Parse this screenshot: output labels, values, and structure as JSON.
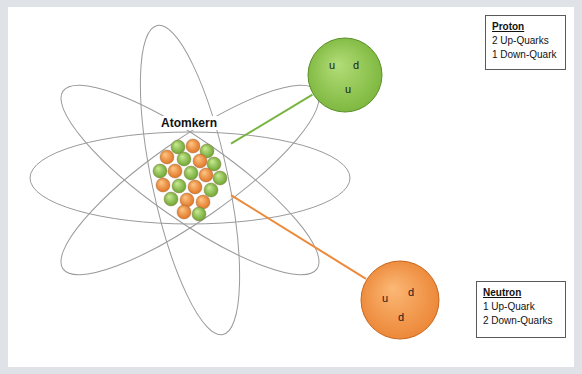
{
  "diagram": {
    "nodes": [
      {
        "text": [
          "Atomkern"
        ]
      },
      {
        "text": [
          "u",
          "d",
          "u"
        ]
      },
      {
        "text": [
          "Proton",
          "2 Up-Quarks",
          "1 Down-Quark"
        ]
      },
      {
        "text": [
          "u",
          "d",
          "d"
        ]
      },
      {
        "text": [
          "Neutron",
          "1 Up-Quark",
          "2 Down-Quarks"
        ]
      }
    ],
    "edges": [
      {
        "from": 0,
        "to": 1,
        "arrow": "none"
      },
      {
        "from": 0,
        "to": 3,
        "arrow": "none"
      }
    ]
  }
}
